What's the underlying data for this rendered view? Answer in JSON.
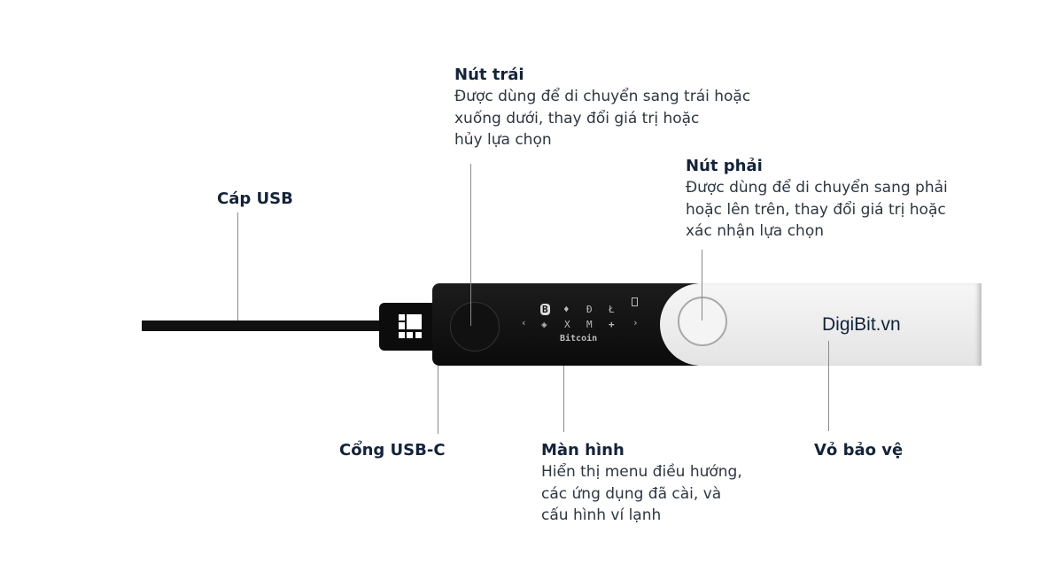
{
  "labels": {
    "usb_cable": {
      "title": "Cáp USB"
    },
    "left_button": {
      "title": "Nút trái",
      "lines": [
        "Được dùng để di chuyển sang trái hoặc",
        "xuống dưới, thay đổi giá trị hoặc",
        "hủy lựa chọn"
      ]
    },
    "right_button": {
      "title": "Nút phải",
      "lines": [
        "Được dùng để di chuyển sang phải",
        "hoặc lên trên, thay đổi giá trị hoặc",
        "xác nhận lựa chọn"
      ]
    },
    "usb_c_port": {
      "title": "Cổng USB-C"
    },
    "screen": {
      "title": "Màn hình",
      "lines": [
        "Hiển thị menu điều hướng,",
        "các ứng dụng đã cài, và",
        "cấu hình ví lạnh"
      ]
    },
    "cover": {
      "title": "Vỏ bảo vệ"
    }
  },
  "device": {
    "brand": "DigiBit.vn",
    "screen_app_name": "Bitcoin",
    "screen_icons_row1": [
      "B",
      "♦",
      "Đ",
      "Ł"
    ],
    "screen_icons_row2": [
      "◈",
      "X",
      "M",
      "+"
    ],
    "nav_left": "‹",
    "nav_right": "›"
  }
}
